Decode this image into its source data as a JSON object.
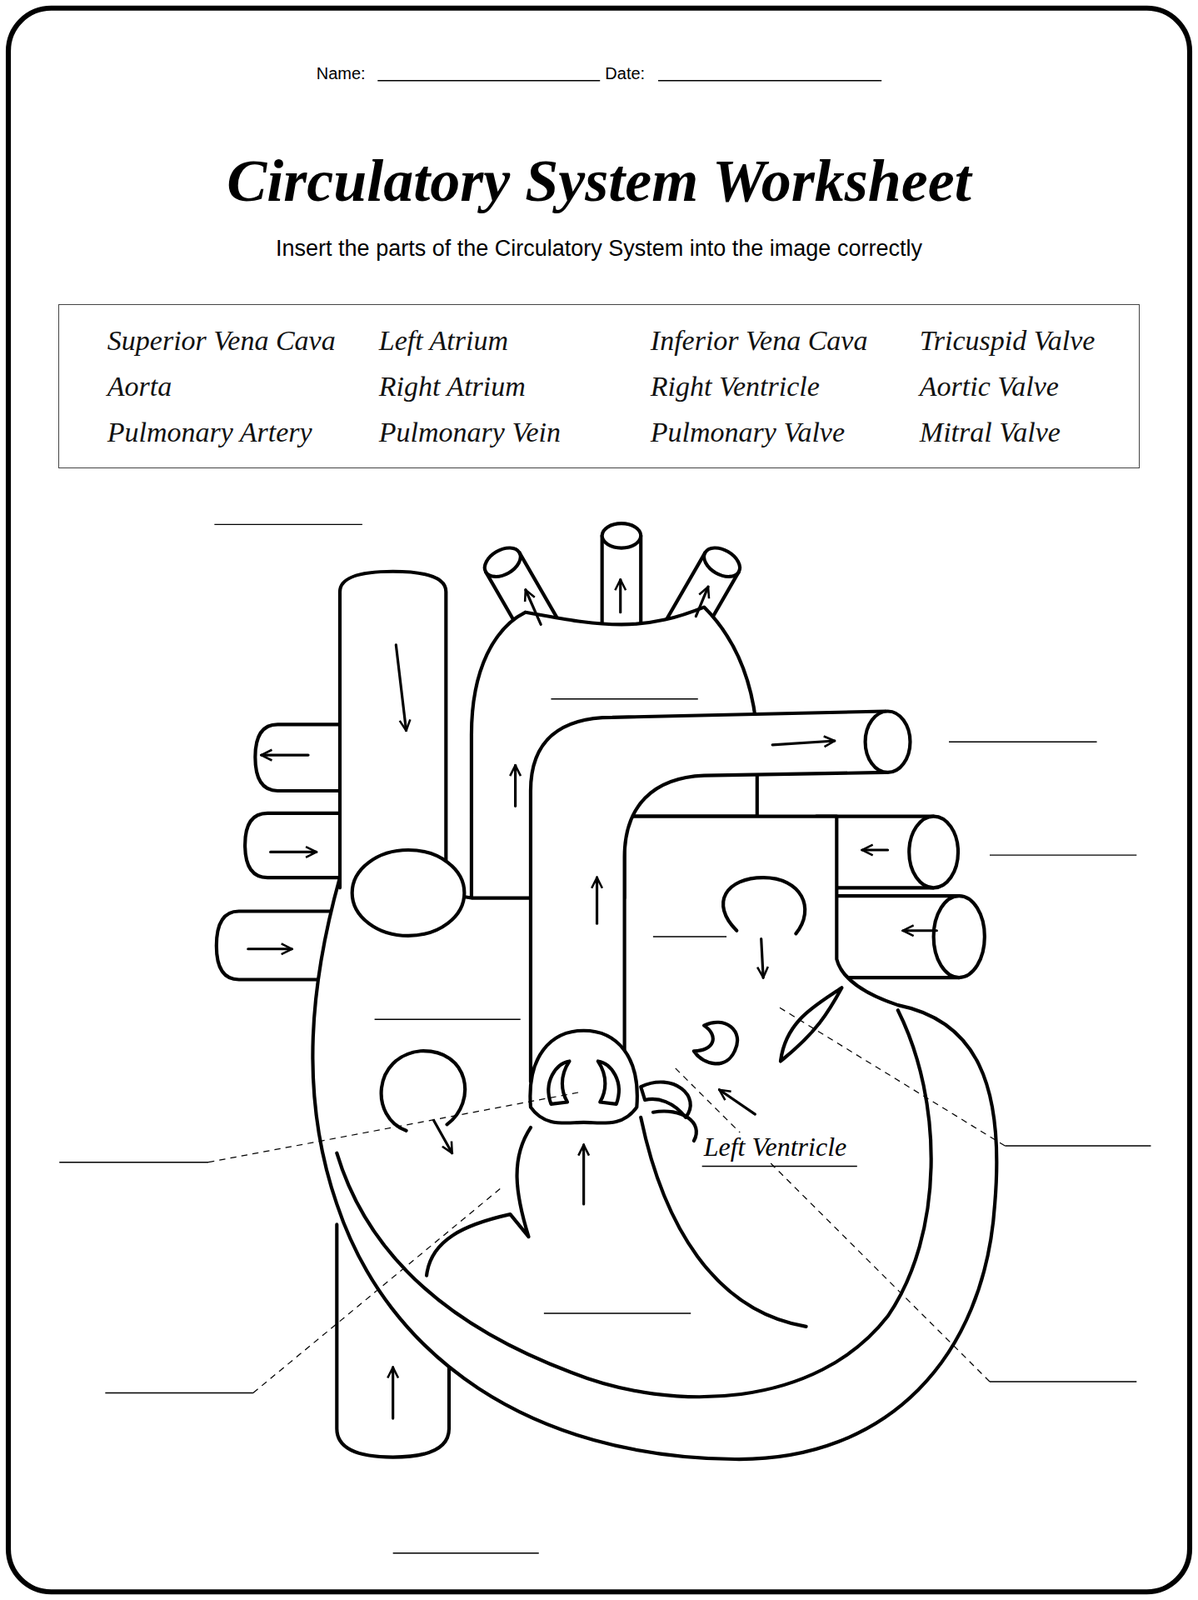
{
  "diagram": {
    "title": "Circulatory System Worksheet",
    "nodes": [
      {
        "text": [
          "Superior Vena Cava",
          "Left Atrium",
          "Inferior Vena Cava",
          "Tricuspid Valve",
          "Aorta",
          "Right Atrium",
          "Right Ventricle",
          "Aortic Valve",
          "Pulmonary Artery",
          "Pulmonary Vein",
          "Pulmonary Valve",
          "Mitral Valve"
        ]
      }
    ],
    "labels": [
      "Name:",
      "Date:",
      "Insert the parts of the Circulatory System into the image correctly",
      "Left Ventricle"
    ]
  }
}
